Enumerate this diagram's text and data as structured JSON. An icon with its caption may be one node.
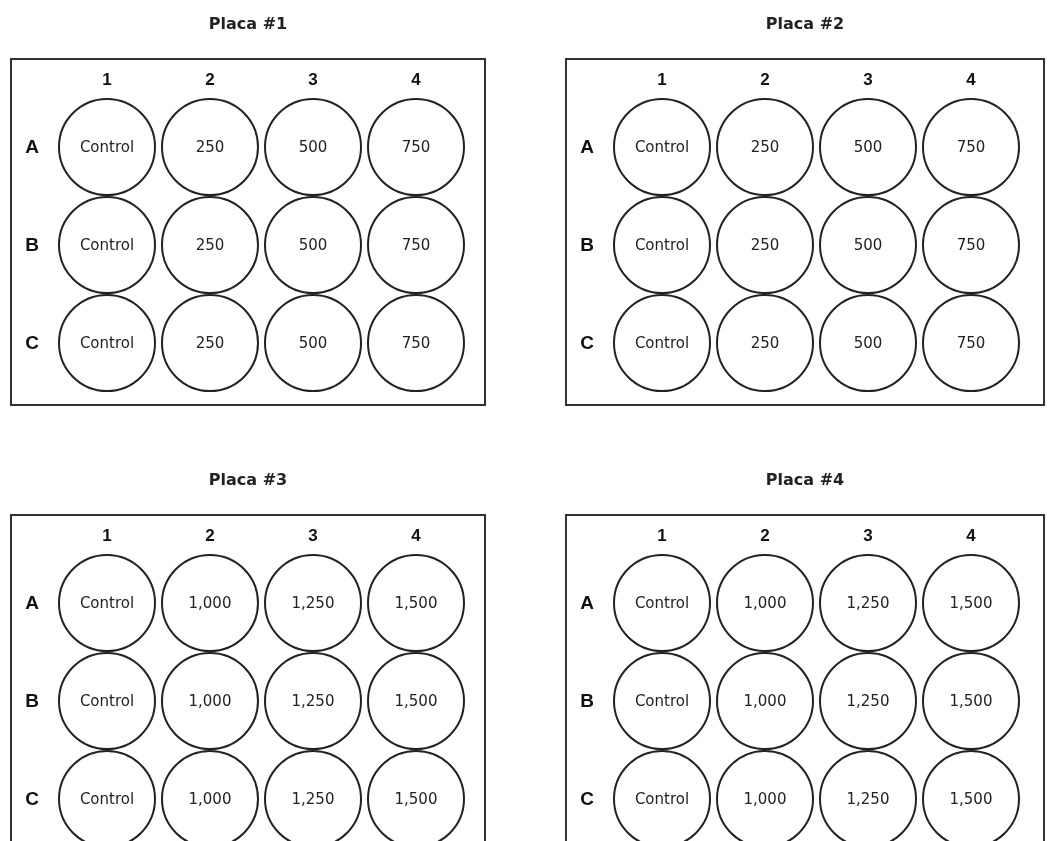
{
  "diagram": {
    "nodes": [
      {
        "text": [
          "Placa #1",
          "1",
          "2",
          "3",
          "4",
          "A",
          "B",
          "C"
        ]
      },
      {
        "text": [
          "Control"
        ],
        "in": 0
      },
      {
        "text": [
          "250"
        ],
        "in": 0
      },
      {
        "text": [
          "500"
        ],
        "in": 0
      },
      {
        "text": [
          "750"
        ],
        "in": 0
      },
      {
        "text": [
          "Control"
        ],
        "in": 0
      },
      {
        "text": [
          "250"
        ],
        "in": 0
      },
      {
        "text": [
          "500"
        ],
        "in": 0
      },
      {
        "text": [
          "750"
        ],
        "in": 0
      },
      {
        "text": [
          "Control"
        ],
        "in": 0
      },
      {
        "text": [
          "250"
        ],
        "in": 0
      },
      {
        "text": [
          "500"
        ],
        "in": 0
      },
      {
        "text": [
          "750"
        ],
        "in": 0
      },
      {
        "text": [
          "Placa #2",
          "1",
          "2",
          "3",
          "4",
          "A",
          "B",
          "C"
        ]
      },
      {
        "text": [
          "Control"
        ],
        "in": 13
      },
      {
        "text": [
          "250"
        ],
        "in": 13
      },
      {
        "text": [
          "500"
        ],
        "in": 13
      },
      {
        "text": [
          "750"
        ],
        "in": 13
      },
      {
        "text": [
          "Control"
        ],
        "in": 13
      },
      {
        "text": [
          "250"
        ],
        "in": 13
      },
      {
        "text": [
          "500"
        ],
        "in": 13
      },
      {
        "text": [
          "750"
        ],
        "in": 13
      },
      {
        "text": [
          "Control"
        ],
        "in": 13
      },
      {
        "text": [
          "250"
        ],
        "in": 13
      },
      {
        "text": [
          "500"
        ],
        "in": 13
      },
      {
        "text": [
          "750"
        ],
        "in": 13
      },
      {
        "text": [
          "Placa #3",
          "1",
          "2",
          "3",
          "4",
          "A",
          "B",
          "C"
        ]
      },
      {
        "text": [
          "Control"
        ],
        "in": 26
      },
      {
        "text": [
          "1,000"
        ],
        "in": 26
      },
      {
        "text": [
          "1,250"
        ],
        "in": 26
      },
      {
        "text": [
          "1,500"
        ],
        "in": 26
      },
      {
        "text": [
          "Control"
        ],
        "in": 26
      },
      {
        "text": [
          "1,000"
        ],
        "in": 26
      },
      {
        "text": [
          "1,250"
        ],
        "in": 26
      },
      {
        "text": [
          "1,500"
        ],
        "in": 26
      },
      {
        "text": [
          "Control"
        ],
        "in": 26
      },
      {
        "text": [
          "1,000"
        ],
        "in": 26
      },
      {
        "text": [
          "1,250"
        ],
        "in": 26
      },
      {
        "text": [
          "1,500"
        ],
        "in": 26
      },
      {
        "text": [
          "Placa #4",
          "1",
          "2",
          "3",
          "4",
          "A",
          "B",
          "C"
        ]
      },
      {
        "text": [
          "Control"
        ],
        "in": 39
      },
      {
        "text": [
          "1,000"
        ],
        "in": 39
      },
      {
        "text": [
          "1,250"
        ],
        "in": 39
      },
      {
        "text": [
          "1,500"
        ],
        "in": 39
      },
      {
        "text": [
          "Control"
        ],
        "in": 39
      },
      {
        "text": [
          "1,000"
        ],
        "in": 39
      },
      {
        "text": [
          "1,250"
        ],
        "in": 39
      },
      {
        "text": [
          "1,500"
        ],
        "in": 39
      },
      {
        "text": [
          "Control"
        ],
        "in": 39
      },
      {
        "text": [
          "1,000"
        ],
        "in": 39
      },
      {
        "text": [
          "1,250"
        ],
        "in": 39
      },
      {
        "text": [
          "1,500"
        ],
        "in": 39
      }
    ]
  }
}
